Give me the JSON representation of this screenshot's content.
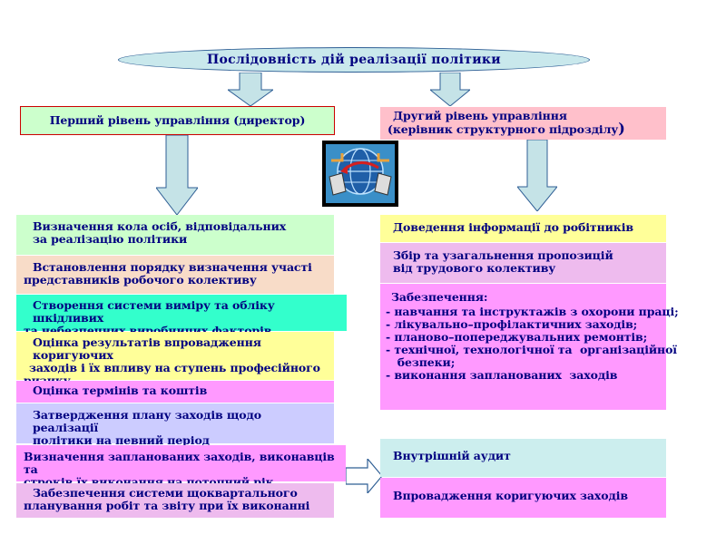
{
  "title": "Послідовність  дій  реалізації  політики",
  "level1": "Перший рівень управління (директор)",
  "level2": {
    "line1": "Другий рівень управління",
    "line2": "(керівник структурного підрозділу",
    "paren": ")"
  },
  "left_boxes": [
    {
      "l1": "Визначення кола осіб, відповідальних",
      "l2": "за реалізацію політики"
    },
    {
      "l1": "Встановлення порядку визначення участі",
      "l2": "представників робочого колективу"
    },
    {
      "l1": "Створення системи виміру та обліку шкідливих",
      "l2": "та небезпечних виробничих факторів"
    },
    {
      "l1": "Оцінка результатів впровадження коригуючих",
      "l2": "заходів і їх впливу на ступень професійного",
      "l3": "ризику"
    },
    {
      "l1": "Оцінка термінів та коштів"
    },
    {
      "l1": "Затвердження плану заходів щодо реалізації",
      "l2": "політики на певний період"
    },
    {
      "l1": "Визначення  запланованих заходів, виконавців та",
      "l2": "строків їх виконання на поточний рік"
    },
    {
      "l1": "Забезпечення системи щоквартального",
      "l2": "планування робіт та звіту при їх виконанні"
    }
  ],
  "right_boxes": {
    "info": "Доведення інформації до робітників",
    "proposals": {
      "l1": "Збір та узагальнення пропозицій",
      "l2": "від трудового колективу"
    },
    "provision": {
      "heading": "Забезпечення:",
      "items": [
        "- навчання та інструктажів з охорони праці;",
        "- лікувально–профілактичних заходів;",
        "- планово–попереджувальних ремонтів;",
        "- технічної, технологічної та  організаційної",
        "   безпеки;",
        "- виконання запланованих  заходів"
      ]
    },
    "audit": "Внутрішній  аудит",
    "corrective": "Впровадження коригуючих заходів"
  },
  "colors": {
    "title_fill": "#c9e8ec",
    "arrow_fill": "#c5e3e7",
    "light_green": "#ccffcc",
    "peach": "#f8dcc8",
    "teal": "#33ffcc",
    "yellow": "#ffff99",
    "pink": "#ff99ff",
    "lavender": "#ccccff",
    "light_pink": "#ffc0cb",
    "khaki": "#ffff99",
    "orchid": "#eebbee",
    "magenta": "#ff99ff",
    "light_cyan": "#cceeee",
    "text": "#000080"
  },
  "icons": [
    "globe-network-icon"
  ]
}
